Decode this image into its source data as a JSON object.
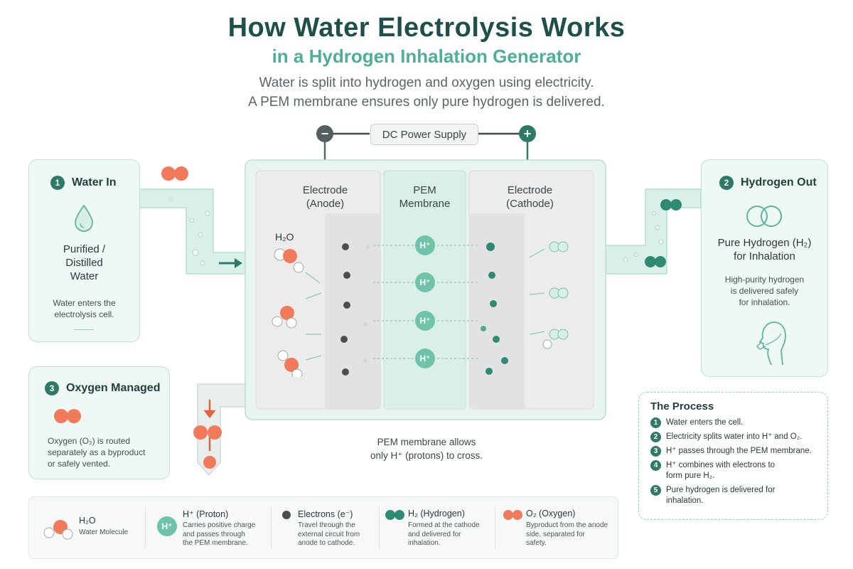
{
  "header": {
    "title": "How Water Electrolysis Works",
    "subtitle": "in a Hydrogen Inhalation Generator",
    "intro_line1": "Water is split into hydrogen and oxygen using electricity.",
    "intro_line2": "A PEM membrane ensures only pure hydrogen is delivered."
  },
  "power": {
    "label": "DC Power Supply",
    "negative": "−",
    "positive": "+"
  },
  "water_in": {
    "number": "1",
    "title": "Water In",
    "name_line1": "Purified /",
    "name_line2": "Distilled",
    "name_line3": "Water",
    "desc_line1": "Water enters the",
    "desc_line2": "electrolysis cell."
  },
  "hydrogen_out": {
    "number": "2",
    "title": "Hydrogen Out",
    "name_line1": "Pure Hydrogen (H₂)",
    "name_line2": "for Inhalation",
    "desc_line1": "High-purity hydrogen",
    "desc_line2": "is delivered safely",
    "desc_line3": "for inhalation."
  },
  "oxygen": {
    "number": "3",
    "title": "Oxygen Managed",
    "desc_line1": "Oxygen (O₂) is routed",
    "desc_line2": "separately as a byproduct",
    "desc_line3": "or safely vented."
  },
  "cell": {
    "anode_line1": "Electrode",
    "anode_line2": "(Anode)",
    "pem_line1": "PEM",
    "pem_line2": "Membrane",
    "cathode_line1": "Electrode",
    "cathode_line2": "(Cathode)",
    "h2o_label": "H₂O",
    "proton_label": "H⁺"
  },
  "pem_note": {
    "line1": "PEM membrane allows",
    "line2": "only H⁺ (protons) to cross."
  },
  "process": {
    "title": "The Process",
    "steps": [
      {
        "n": "1",
        "line1": "Water enters the cell.",
        "line2": ""
      },
      {
        "n": "2",
        "line1": "Electricity splits water into H⁺ and O₂.",
        "line2": ""
      },
      {
        "n": "3",
        "line1": "H⁺ passes through the PEM membrane.",
        "line2": ""
      },
      {
        "n": "4",
        "line1": "H⁺ combines with electrons to",
        "line2": "form pure H₂."
      },
      {
        "n": "5",
        "line1": "Pure hydrogen is delivered for",
        "line2": "inhalation."
      }
    ]
  },
  "legend": {
    "water": {
      "title": "H₂O",
      "desc": "Water Molecule"
    },
    "proton": {
      "icon": "H⁺",
      "title": "H⁺ (Proton)",
      "d1": "Carries positive charge",
      "d2": "and passes through",
      "d3": "the PEM membrane."
    },
    "electron": {
      "title": "Electrons (e⁻)",
      "d1": "Travel through the",
      "d2": "external circuit from",
      "d3": "anode to cathode."
    },
    "hydrogen": {
      "title": "H₂ (Hydrogen)",
      "d1": "Formed at the cathode",
      "d2": "and delivered for",
      "d3": "inhalation."
    },
    "oxygen": {
      "title": "O₂ (Oxygen)",
      "d1": "Byproduct from the anode",
      "d2": "side, separated for",
      "d3": "safety."
    }
  },
  "colors": {
    "title": "#1f4f49",
    "accent": "#4fae97",
    "oxygen": "#f07a5a",
    "hydrogen": "#2f8a72",
    "electron": "#4a4f50",
    "proton": "#6fc3a8"
  }
}
